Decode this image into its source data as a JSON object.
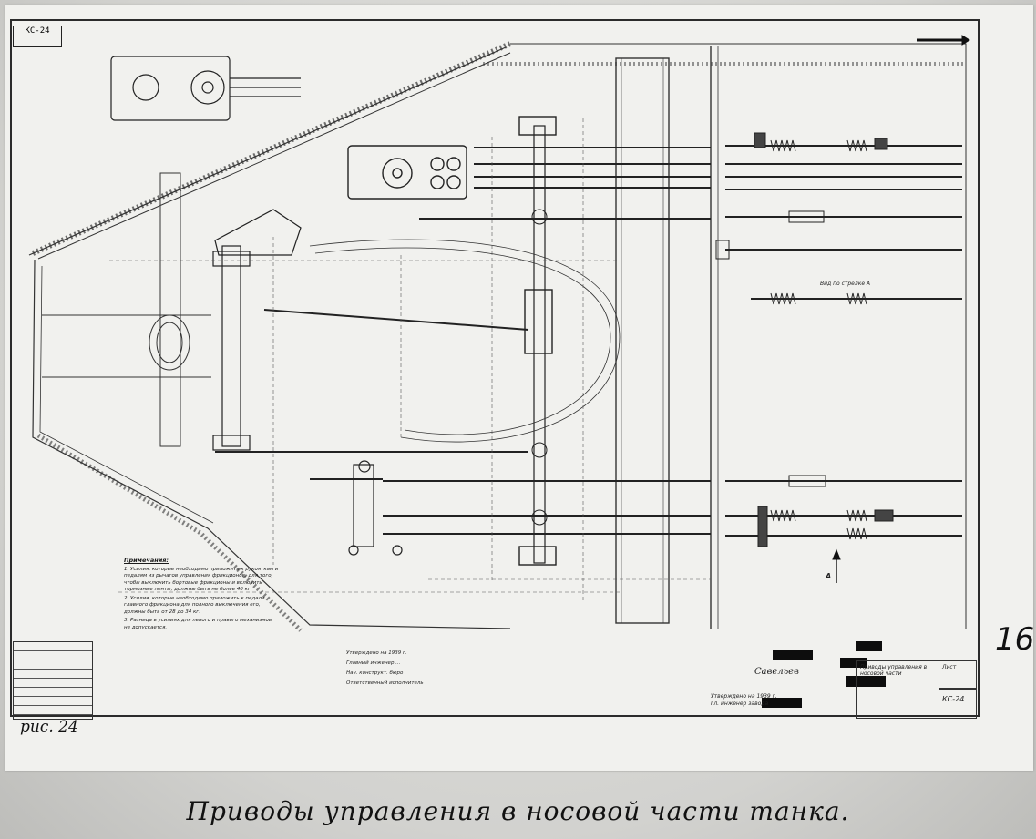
{
  "sheet": {
    "code_top_left": "КС-24",
    "code_bottom_right": "КС-24",
    "figure_label": "рис. 24",
    "page_number": "16",
    "caption": "Приводы управления в носовой части танка."
  },
  "notes": {
    "heading": "Примечания:",
    "items": [
      "1. Усилия, которые необходимо приложить к рукояткам и педалям из рычагов управления фрикционов, для того, чтобы выключить бортовые фрикционы и включить тормозные ленты, должны быть не более 40 кг.",
      "2. Усилия, которые необходимо приложить к педали главного фрикциона для полного выключения его, должны быть от 28 до 34 кг.",
      "3. Разница в усилиях для левого и правого механизмов не допускается."
    ]
  },
  "mid_notes": [
    "Утверждено на 1939 г.",
    "Главный инженер ...",
    "Нач. конструкт. бюро",
    "Ответственный исполнитель"
  ],
  "labels": {
    "view_label": "Вид по стрелке А",
    "arrow_label": "А",
    "stamp_signature": "Савельев"
  },
  "title_block": {
    "title": "Приводы управления в носовой части",
    "approved": "Утверждено на 1939 г.",
    "chief": "Гл. инженер завода",
    "sheet": "Лист",
    "code": "КС-24"
  }
}
